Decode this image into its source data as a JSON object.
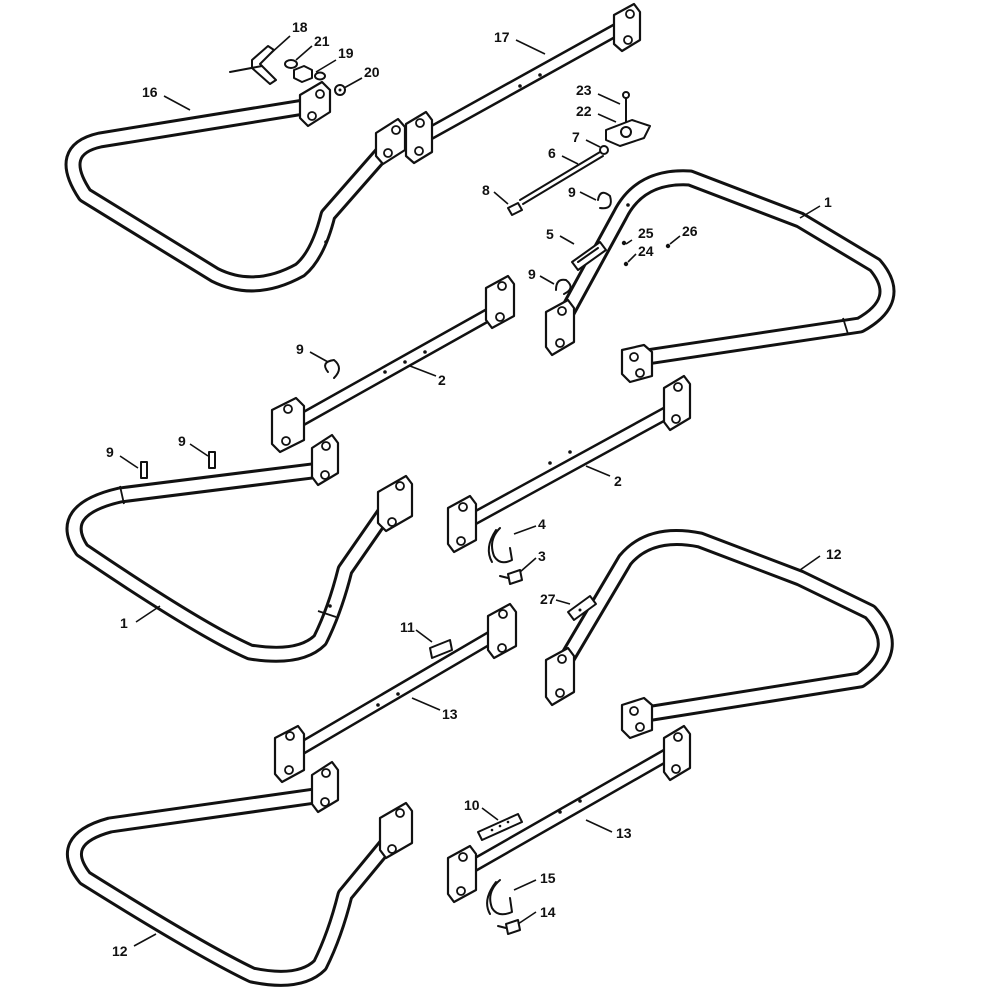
{
  "diagram": {
    "callouts": [
      {
        "id": "c18",
        "label": "18"
      },
      {
        "id": "c21",
        "label": "21"
      },
      {
        "id": "c19",
        "label": "19"
      },
      {
        "id": "c20",
        "label": "20"
      },
      {
        "id": "c16",
        "label": "16"
      },
      {
        "id": "c17",
        "label": "17"
      },
      {
        "id": "c23",
        "label": "23"
      },
      {
        "id": "c22",
        "label": "22"
      },
      {
        "id": "c7",
        "label": "7"
      },
      {
        "id": "c6",
        "label": "6"
      },
      {
        "id": "c8",
        "label": "8"
      },
      {
        "id": "c9a",
        "label": "9"
      },
      {
        "id": "c5",
        "label": "5"
      },
      {
        "id": "c25",
        "label": "25"
      },
      {
        "id": "c24",
        "label": "24"
      },
      {
        "id": "c26",
        "label": "26"
      },
      {
        "id": "c9b",
        "label": "9"
      },
      {
        "id": "c1a",
        "label": "1"
      },
      {
        "id": "c9c",
        "label": "9"
      },
      {
        "id": "c2a",
        "label": "2"
      },
      {
        "id": "c9d",
        "label": "9"
      },
      {
        "id": "c9e",
        "label": "9"
      },
      {
        "id": "c2b",
        "label": "2"
      },
      {
        "id": "c4",
        "label": "4"
      },
      {
        "id": "c3",
        "label": "3"
      },
      {
        "id": "c1b",
        "label": "1"
      },
      {
        "id": "c12a",
        "label": "12"
      },
      {
        "id": "c27",
        "label": "27"
      },
      {
        "id": "c11",
        "label": "11"
      },
      {
        "id": "c13a",
        "label": "13"
      },
      {
        "id": "c10",
        "label": "10"
      },
      {
        "id": "c13b",
        "label": "13"
      },
      {
        "id": "c15",
        "label": "15"
      },
      {
        "id": "c14",
        "label": "14"
      },
      {
        "id": "c12b",
        "label": "12"
      }
    ]
  }
}
